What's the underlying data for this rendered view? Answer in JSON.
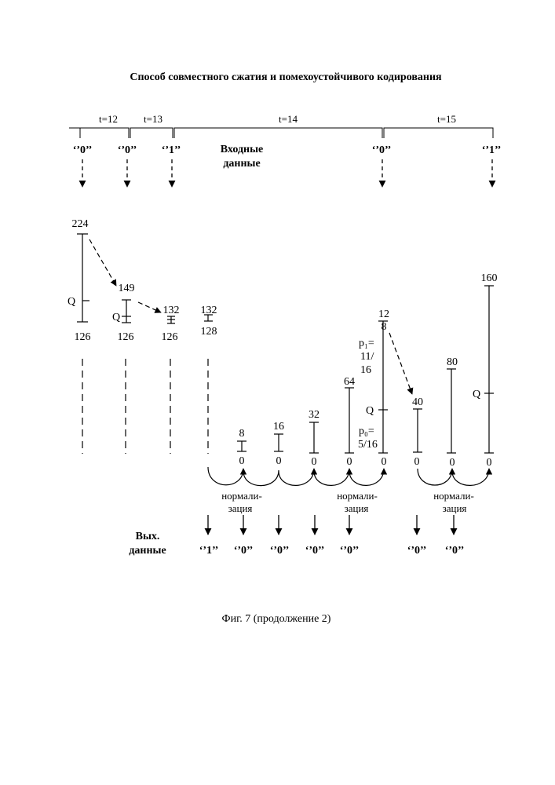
{
  "title": "Способ совместного сжатия и помехоустойчивого кодирования",
  "caption": "Фиг. 7 (продолжение 2)",
  "colors": {
    "ink": "#000000",
    "paper": "#ffffff"
  },
  "time_segments": [
    "t=12",
    "t=13",
    "t=14",
    "t=15"
  ],
  "input_label": {
    "line1": "Входные",
    "line2": "данные"
  },
  "input_bits": [
    "‘’0’’",
    "‘’0’’",
    "‘’1’’",
    "‘’0’’",
    "‘’1’’"
  ],
  "intervals": {
    "i224": {
      "top": "224",
      "mid": "Q",
      "bottom": "126"
    },
    "i149": {
      "top": "149",
      "mid": "Q",
      "bottom": "126"
    },
    "i132a": {
      "top": "132",
      "bottom": "126"
    },
    "i132b": {
      "top": "132",
      "bottom": "128"
    },
    "i8": {
      "top": "8",
      "bottom": "0"
    },
    "i16": {
      "top": "16",
      "bottom": "0"
    },
    "i32": {
      "top": "32",
      "bottom": "0"
    },
    "i64": {
      "top": "64",
      "bottom": "0"
    },
    "i128": {
      "top_line1": "12",
      "top_line2": "8",
      "p1_l1": "p₁=",
      "p1_l2": "11/",
      "p1_l3": "16",
      "mid": "Q",
      "p0_l1": "p₀=",
      "p0_l2": "5/16",
      "bottom": "0"
    },
    "i40": {
      "top": "40",
      "bottom": "0"
    },
    "i80": {
      "top": "80",
      "bottom": "0"
    },
    "i160": {
      "top": "160",
      "mid": "Q",
      "bottom": "0"
    }
  },
  "normalization": [
    {
      "line1": "нормали-",
      "line2": "зация"
    },
    {
      "line1": "нормали-",
      "line2": "зация"
    },
    {
      "line1": "нормали-",
      "line2": "зация"
    }
  ],
  "output_label": {
    "line1": "Вых.",
    "line2": "данные"
  },
  "output_bits": [
    "‘’1’’",
    "‘’0’’",
    "‘’0’’",
    "‘’0’’",
    "‘’0’’",
    "‘’0’’",
    "‘’0’’"
  ]
}
